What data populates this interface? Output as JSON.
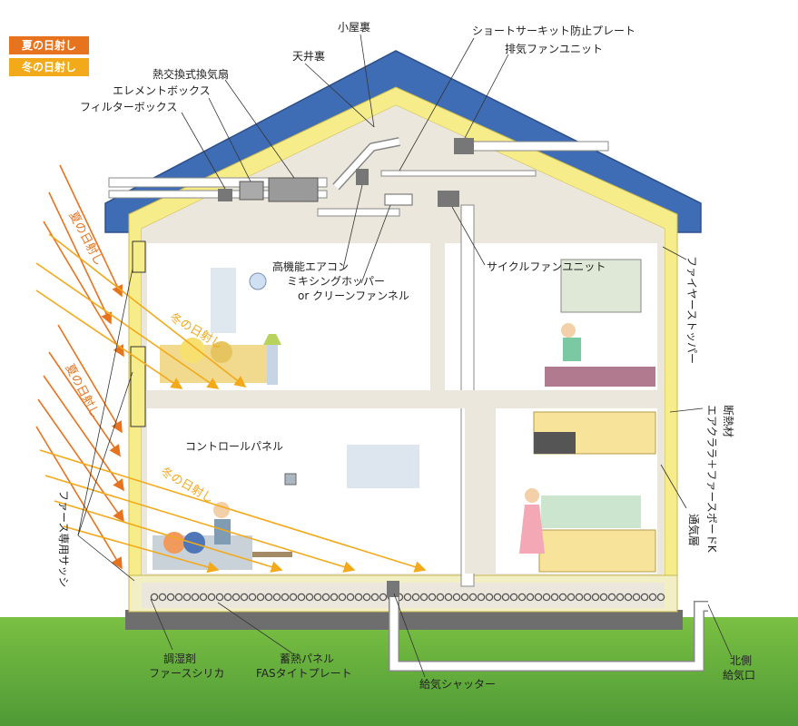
{
  "legend": {
    "summer": {
      "label": "夏の日射し",
      "color": "#e8731f"
    },
    "winter": {
      "label": "冬の日射し",
      "color": "#f2a91a"
    }
  },
  "labels": {
    "attic": "小屋裏",
    "ceiling_space": "天井裏",
    "heat_exchange_fan": "熱交換式換気扇",
    "element_box": "エレメントボックス",
    "filter_box": "フィルターボックス",
    "short_circuit_plate": "ショートサーキット防止プレート",
    "exhaust_fan_unit": "排気ファンユニット",
    "aircon": "高機能エアコン",
    "mixing_hopper_1": "ミキシングホッパー",
    "mixing_hopper_2": "or クリーンファンネル",
    "cycle_fan_unit": "サイクルファンユニット",
    "control_panel": "コントロールパネル",
    "humidity_1": "調湿剤",
    "humidity_2": "ファースシリカ",
    "heat_panel_1": "蓄熱パネル",
    "heat_panel_2": "FASタイトプレート",
    "supply_shutter": "給気シャッター",
    "north_intake_1": "北側",
    "north_intake_2": "給気口",
    "fire_stopper": "ファイヤーストッパー",
    "insulation_1": "断熱材",
    "insulation_2": "エアクララ＋ファースボードK",
    "air_layer": "通気層",
    "sash": "ファース専用サッシ",
    "summer_sun_upper": "夏の日射し",
    "winter_sun_upper": "冬の日射し",
    "summer_sun_lower": "夏の日射し",
    "winter_sun_lower": "冬の日射し"
  },
  "colors": {
    "roof": "#3f6db5",
    "insulation": "#f6ec8a",
    "interior": "#ece7dc",
    "ground": "#5eab3c",
    "foundation": "#6e6e6e"
  }
}
